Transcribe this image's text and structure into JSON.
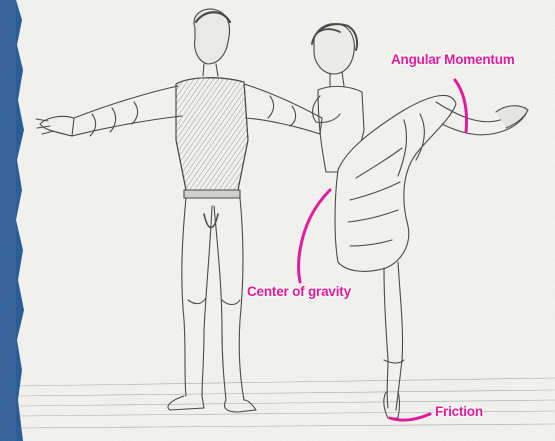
{
  "image": {
    "style": "pencil sketch",
    "subject": "two ballet dancers on stage",
    "colors": {
      "annotation": "#e21b9c",
      "border": "#2b5d97",
      "sketch_line": "#555555",
      "paper": "#f6f6f4"
    }
  },
  "annotations": {
    "angular_momentum": "Angular Momentum",
    "center_of_gravity": "Center of gravity",
    "friction": "Friction"
  }
}
